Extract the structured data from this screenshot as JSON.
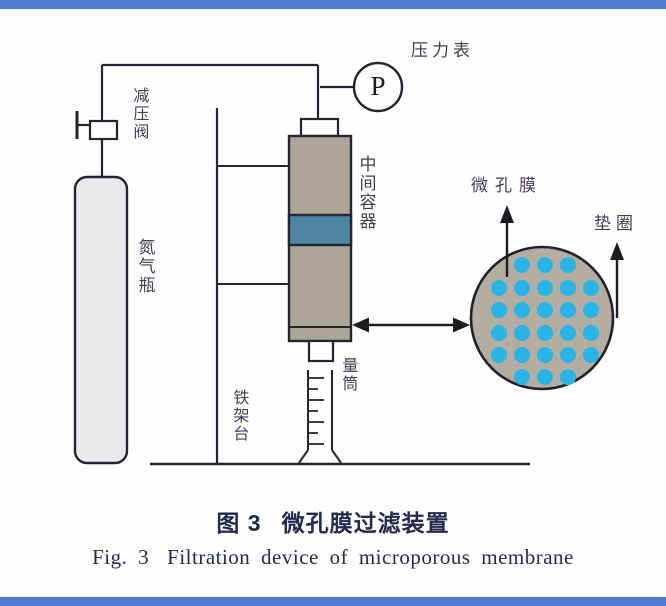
{
  "page": {
    "background": "#fdfdfe",
    "border_bar_color": "#4e7cd0"
  },
  "labels": {
    "pressure_gauge": "压力表",
    "gauge_symbol": "P",
    "reducing_valve": "减压阀",
    "nitrogen_bottle": "氮气瓶",
    "middle_container": "中间容器",
    "measuring_cylinder": "量筒",
    "iron_stand": "铁架台",
    "microporous_membrane": "微孔膜",
    "gasket": "垫圈"
  },
  "caption": {
    "cn_label": "图 3",
    "cn_title": "微孔膜过滤装置",
    "en_label": "Fig. 3",
    "en_title": "Filtration device of microporous membrane"
  },
  "colors": {
    "line": "#26242e",
    "container_fill": "#aca598",
    "liquid_band": "#4e86a4",
    "membrane_disc_fill": "#b3ada2",
    "pore_dot": "#2ab4e6",
    "bottle_fill": "#e9e9ec"
  },
  "membrane": {
    "pore_rows": [
      3,
      5,
      5,
      5,
      5,
      3
    ],
    "pore_total": 26
  }
}
